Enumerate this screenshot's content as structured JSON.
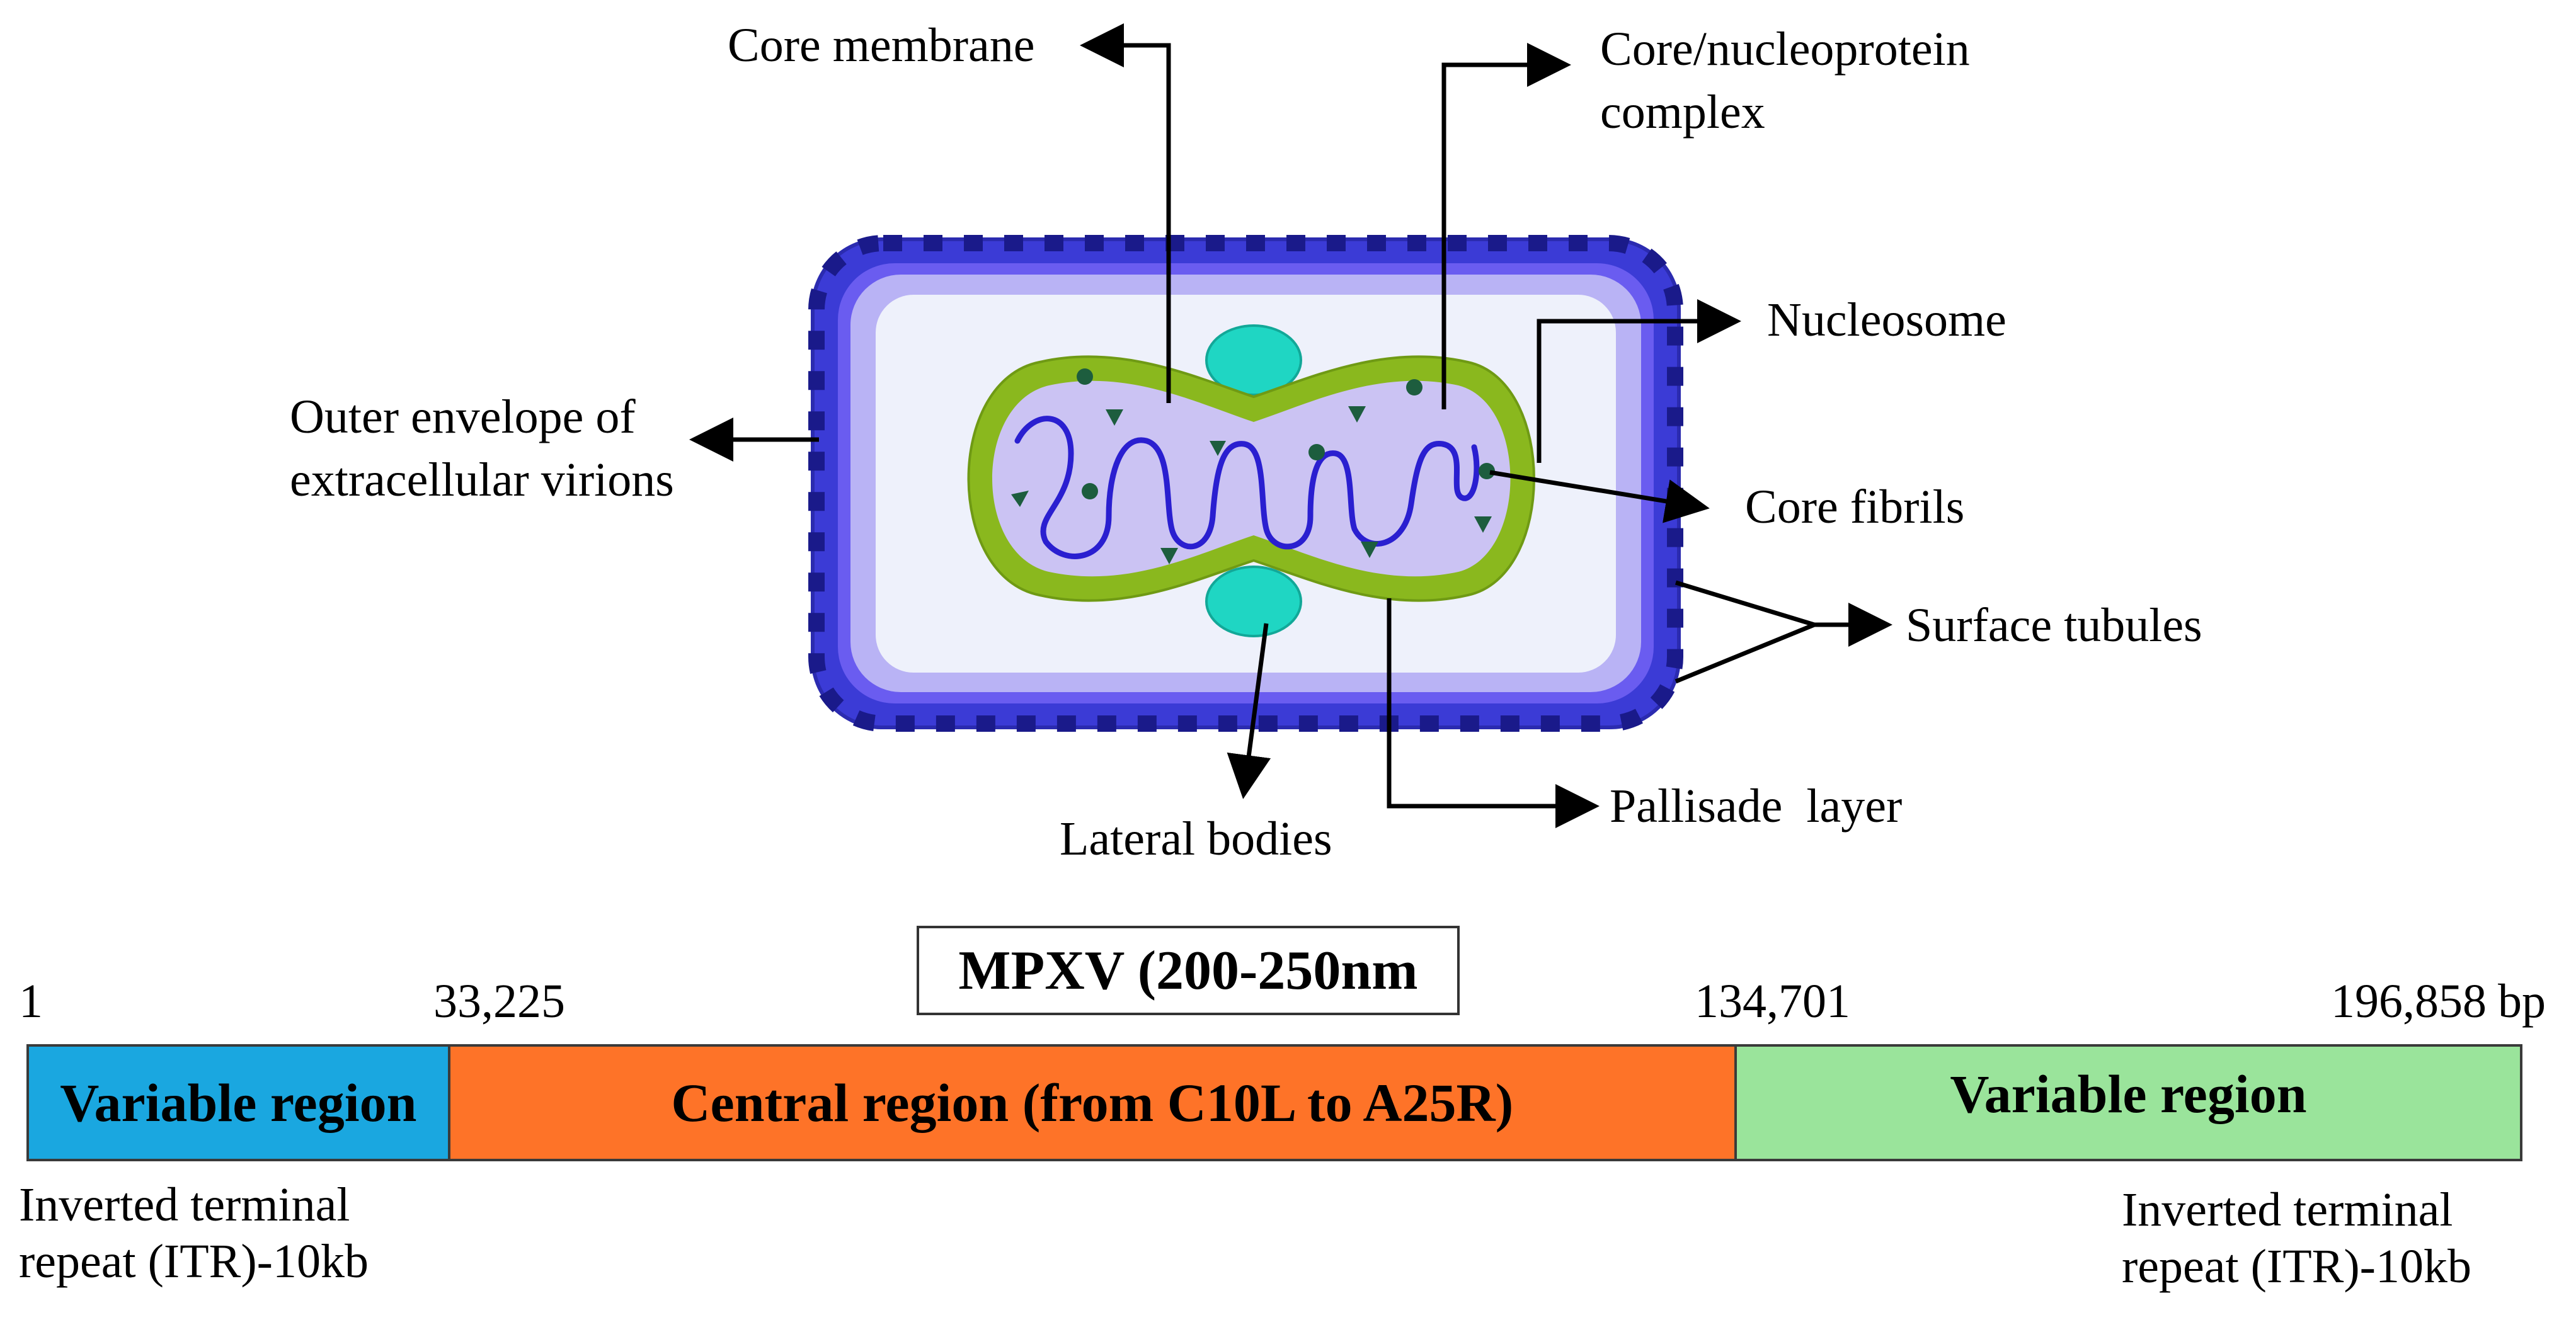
{
  "diagram": {
    "labels": {
      "core_membrane": "Core membrane",
      "core_nucleoprotein": "Core/nucleoprotein complex",
      "nucleosome": "Nucleosome",
      "outer_envelope": "Outer envelope of extracellular virions",
      "core_fibrils": "Core fibrils",
      "surface_tubules": "Surface tubules",
      "lateral_bodies": "Lateral bodies",
      "pallisade_layer": "Pallisade  layer"
    },
    "colors": {
      "envelope_dark": "#3b3bd6",
      "envelope_mid": "#6a5cf0",
      "envelope_light": "#b9b3f5",
      "interior": "#eef1fb",
      "core_green": "#8ab81e",
      "core_inner": "#cbc3f3",
      "lateral_body": "#1fd6c3",
      "dna": "#2a1fd0",
      "particle": "#1d5d3e"
    }
  },
  "genome": {
    "title": "MPXV (200-250nm",
    "unit": "bp",
    "positions": [
      "1",
      "33,225",
      "134,701",
      "196,858"
    ],
    "total_length": 196858,
    "regions": [
      {
        "label": "Variable region",
        "start": 1,
        "end": 33225,
        "color": "#1aa7e0"
      },
      {
        "label": "Central region (from C10L to A25R)",
        "start": 33225,
        "end": 134701,
        "color": "#fe7328"
      },
      {
        "label": "Variable region",
        "start": 134701,
        "end": 196858,
        "color": "#9ae49b"
      }
    ],
    "itr_left": "Inverted terminal repeat (ITR)-10kb",
    "itr_right": "Inverted terminal repeat (ITR)-10kb"
  }
}
